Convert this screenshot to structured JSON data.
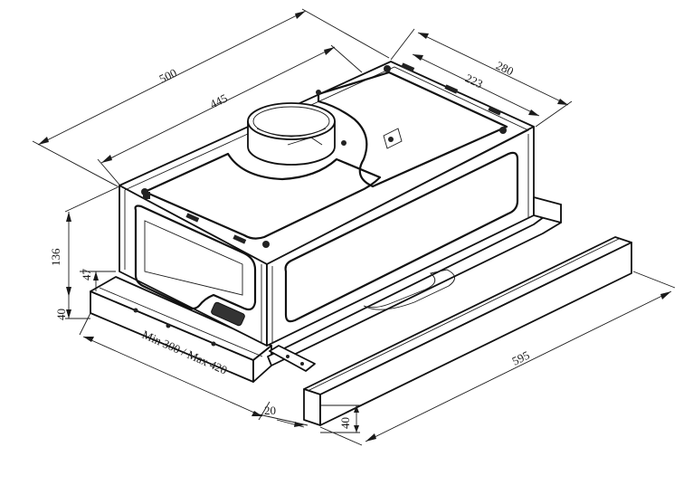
{
  "dimensions": {
    "total_depth": "500",
    "body_depth": "445",
    "top_width": "280",
    "inner_width": "223",
    "body_height": "136",
    "trim_height": "47",
    "base_height": "40",
    "extension_range": "Min 300 / Max 420",
    "front_offset": "20",
    "front_height": "40",
    "total_width": "595"
  },
  "colors": {
    "line": "#1a1a1a",
    "background": "#ffffff"
  }
}
